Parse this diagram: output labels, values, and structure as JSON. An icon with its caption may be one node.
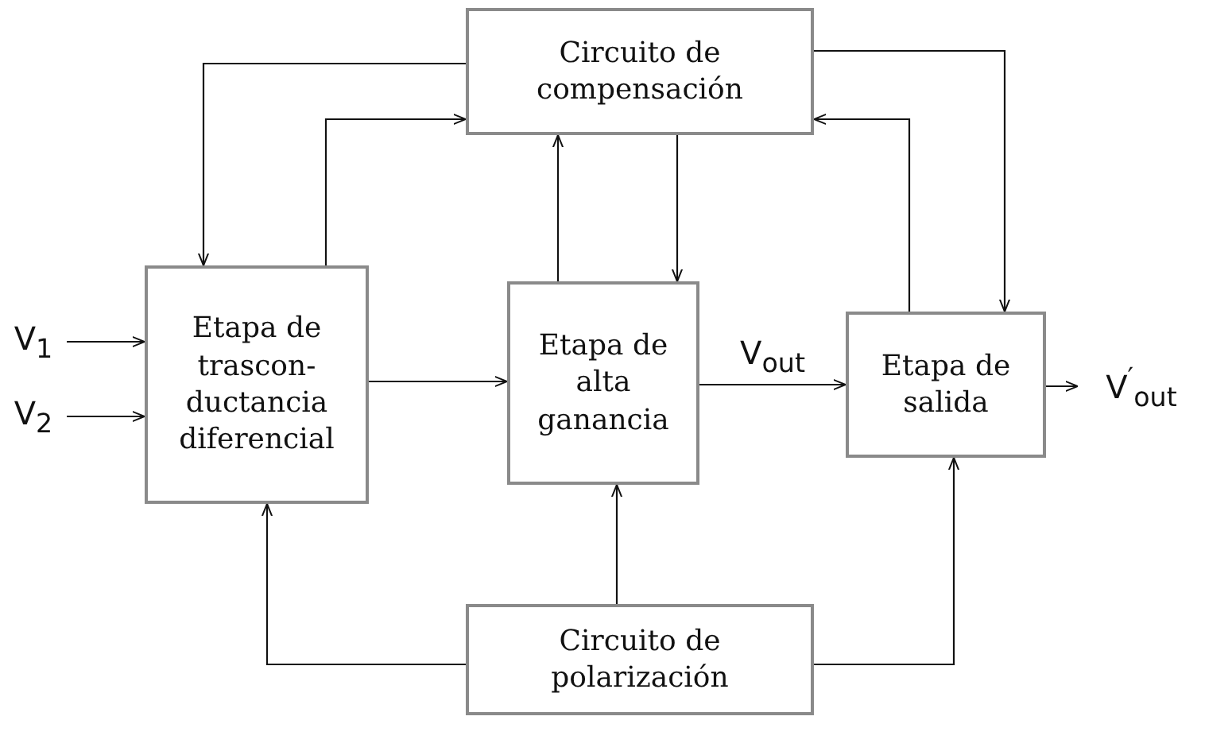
{
  "diagram": {
    "nodes": [
      {
        "text": [
          "Circuito de compensación"
        ]
      },
      {
        "text": [
          "Etapa de trascon-ductancia diferencial"
        ]
      },
      {
        "text": [
          "Etapa de alta ganancia"
        ]
      },
      {
        "text": [
          "Etapa de salida"
        ]
      },
      {
        "text": [
          "Circuito de polarización"
        ]
      },
      {
        "text": [
          "V$_{1}$"
        ]
      },
      {
        "text": [
          "V$_{2}$"
        ]
      },
      {
        "text": [
          "V$^{′}$$_{out}$"
        ]
      }
    ],
    "edges": [
      {
        "from": 0,
        "to": 1,
        "arrow": "to"
      },
      {
        "from": 1,
        "to": 0,
        "arrow": "to"
      },
      {
        "from": 2,
        "to": 0,
        "arrow": "to"
      },
      {
        "from": 0,
        "to": 2,
        "arrow": "to"
      },
      {
        "from": 0,
        "to": 3,
        "arrow": "to"
      },
      {
        "from": 3,
        "to": 0,
        "arrow": "to"
      },
      {
        "from": 5,
        "to": 1,
        "arrow": "to"
      },
      {
        "from": 6,
        "to": 1,
        "arrow": "to"
      },
      {
        "from": 1,
        "to": 2,
        "arrow": "to"
      },
      {
        "from": 2,
        "to": 3,
        "arrow": "to",
        "label": "V$_{out}$"
      },
      {
        "from": 3,
        "to": 7,
        "arrow": "to"
      },
      {
        "from": 4,
        "to": 1,
        "arrow": "to"
      },
      {
        "from": 4,
        "to": 2,
        "arrow": "to"
      },
      {
        "from": 4,
        "to": 3,
        "arrow": "to"
      }
    ]
  }
}
